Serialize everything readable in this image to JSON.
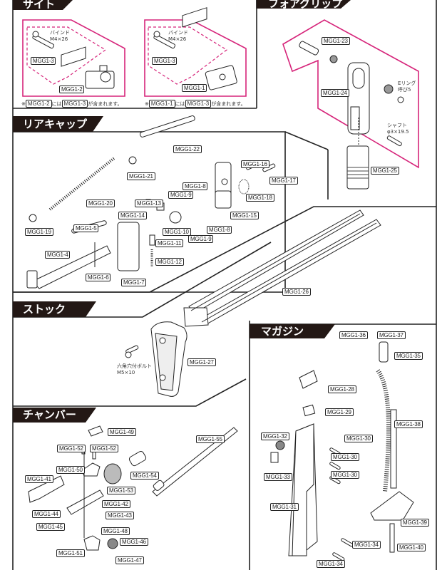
{
  "sections": {
    "sight": {
      "title": "サイト",
      "left": {
        "label_main": "MGG1-2",
        "label_sub": "MGG1-3",
        "bolt_spec": [
          "バインド",
          "M4×26"
        ],
        "note": {
          "prefix": "※",
          "a": "MGG1-2",
          "mid": "には",
          "b": "MGG1-3",
          "suffix": "が含まれます。"
        }
      },
      "right": {
        "label_main": "MGG1-1",
        "label_sub": "MGG1-3",
        "bolt_spec": [
          "バインド",
          "M4×26"
        ],
        "note": {
          "prefix": "※",
          "a": "MGG1-1",
          "mid": "には",
          "b": "MGG1-3",
          "suffix": "が含まれます。"
        }
      }
    },
    "foregrip": {
      "title": "フォアグリップ",
      "labels": [
        "MGG1-23",
        "MGG1-24",
        "MGG1-25"
      ],
      "eclip_spec": [
        "Eリング",
        "呼び5"
      ],
      "shaft_spec": [
        "シャフト",
        "φ3×19.5"
      ]
    },
    "rearcap": {
      "title": "リアキャップ",
      "labels": [
        "MGG1-22",
        "MGG1-21",
        "MGG1-16",
        "MGG1-17",
        "MGG1-8",
        "MGG1-9",
        "MGG1-18",
        "MGG1-20",
        "MGG1-13",
        "MGG1-14",
        "MGG1-15",
        "MGG1-19",
        "MGG1-5",
        "MGG1-10",
        "MGG1-8",
        "MGG1-11",
        "MGG1-9",
        "MGG1-4",
        "MGG1-12",
        "MGG1-6",
        "MGG1-7"
      ]
    },
    "receiver": {
      "label": "MGG1-26"
    },
    "stock": {
      "title": "ストック",
      "label": "MGG1-27",
      "bolt_spec": [
        "六角穴付ボルト",
        "M5×10"
      ]
    },
    "chamber": {
      "title": "チャンバー",
      "labels": [
        "MGG1-49",
        "MGG1-52",
        "MGG1-52",
        "MGG1-55",
        "MGG1-50",
        "MGG1-54",
        "MGG1-41",
        "MGG1-53",
        "MGG1-42",
        "MGG1-44",
        "MGG1-43",
        "MGG1-45",
        "MGG1-48",
        "MGG1-46",
        "MGG1-51",
        "MGG1-47"
      ]
    },
    "magazine": {
      "title": "マガジン",
      "labels": [
        "MGG1-36",
        "MGG1-37",
        "MGG1-35",
        "MGG1-28",
        "MGG1-29",
        "MGG1-38",
        "MGG1-32",
        "MGG1-30",
        "MGG1-30",
        "MGG1-33",
        "MGG1-30",
        "MGG1-31",
        "MGG1-39",
        "MGG1-34",
        "MGG1-40",
        "MGG1-34"
      ]
    }
  },
  "colors": {
    "accent": "#d6247a",
    "header_bg": "#231815",
    "line": "#222222"
  }
}
